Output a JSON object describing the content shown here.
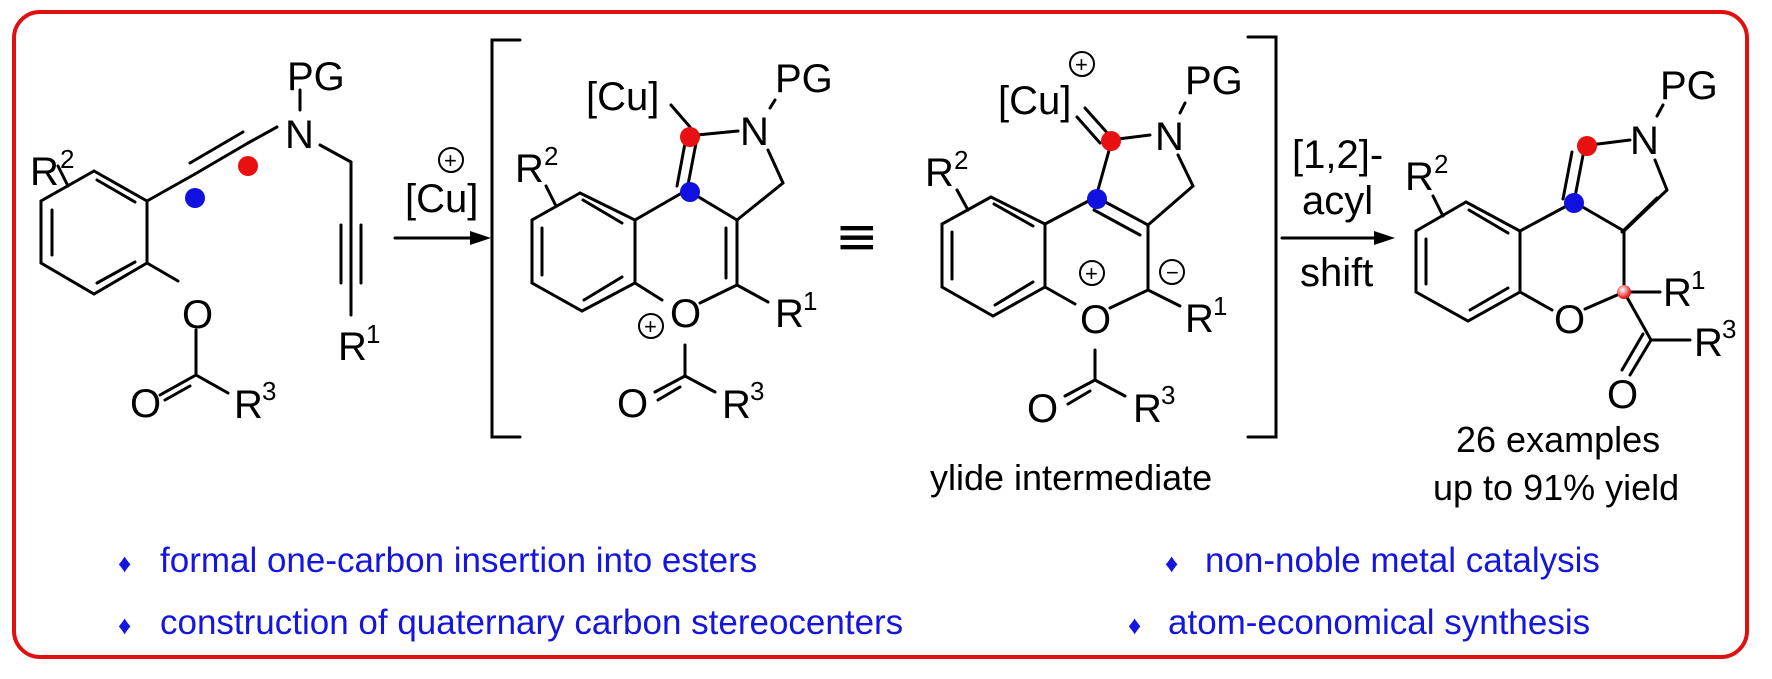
{
  "scheme": {
    "colors": {
      "frame": "#e01010",
      "highlight_text": "#1515e0",
      "dot_red": "#e81010",
      "dot_blue": "#1010e0"
    },
    "start_material": {
      "PG": "PG",
      "N": "N",
      "R2": "R",
      "R2_sup": "2",
      "R1": "R",
      "R1_sup": "1",
      "R3": "R",
      "R3_sup": "3",
      "O_ester": "O",
      "O_carbonyl": "O"
    },
    "step1": {
      "reagent": "[Cu]",
      "charge": "+"
    },
    "intermediate1": {
      "Cu": "[Cu]",
      "PG": "PG",
      "N": "N",
      "R2": "R",
      "R2_sup": "2",
      "R1": "R",
      "R1_sup": "1",
      "R3": "R",
      "R3_sup": "3",
      "O_ring": "O",
      "O_carbonyl": "O",
      "O_charge": "+"
    },
    "equivalence_symbol": "≡",
    "intermediate2": {
      "Cu": "[Cu]",
      "Cu_charge": "+",
      "PG": "PG",
      "N": "N",
      "R2": "R",
      "R2_sup": "2",
      "R1": "R",
      "R1_sup": "1",
      "R3": "R",
      "R3_sup": "3",
      "O_ring": "O",
      "O_carbonyl": "O",
      "O_charge": "+",
      "C_charge": "−",
      "caption": "ylide intermediate"
    },
    "step2": {
      "line1": "[1,2]-",
      "line2": "acyl",
      "line3": "shift"
    },
    "product": {
      "PG": "PG",
      "N": "N",
      "R2": "R",
      "R2_sup": "2",
      "R1": "R",
      "R1_sup": "1",
      "R3": "R",
      "R3_sup": "3",
      "O_ring": "O",
      "O_carbonyl": "O",
      "examples": "26 examples",
      "yield": "up to 91% yield"
    }
  },
  "highlights": [
    {
      "bullet": "♦",
      "text": "formal one-carbon insertion into esters"
    },
    {
      "bullet": "♦",
      "text": "non-noble metal catalysis"
    },
    {
      "bullet": "♦",
      "text": "construction of quaternary carbon stereocenters"
    },
    {
      "bullet": "♦",
      "text": "atom-economical synthesis"
    }
  ]
}
